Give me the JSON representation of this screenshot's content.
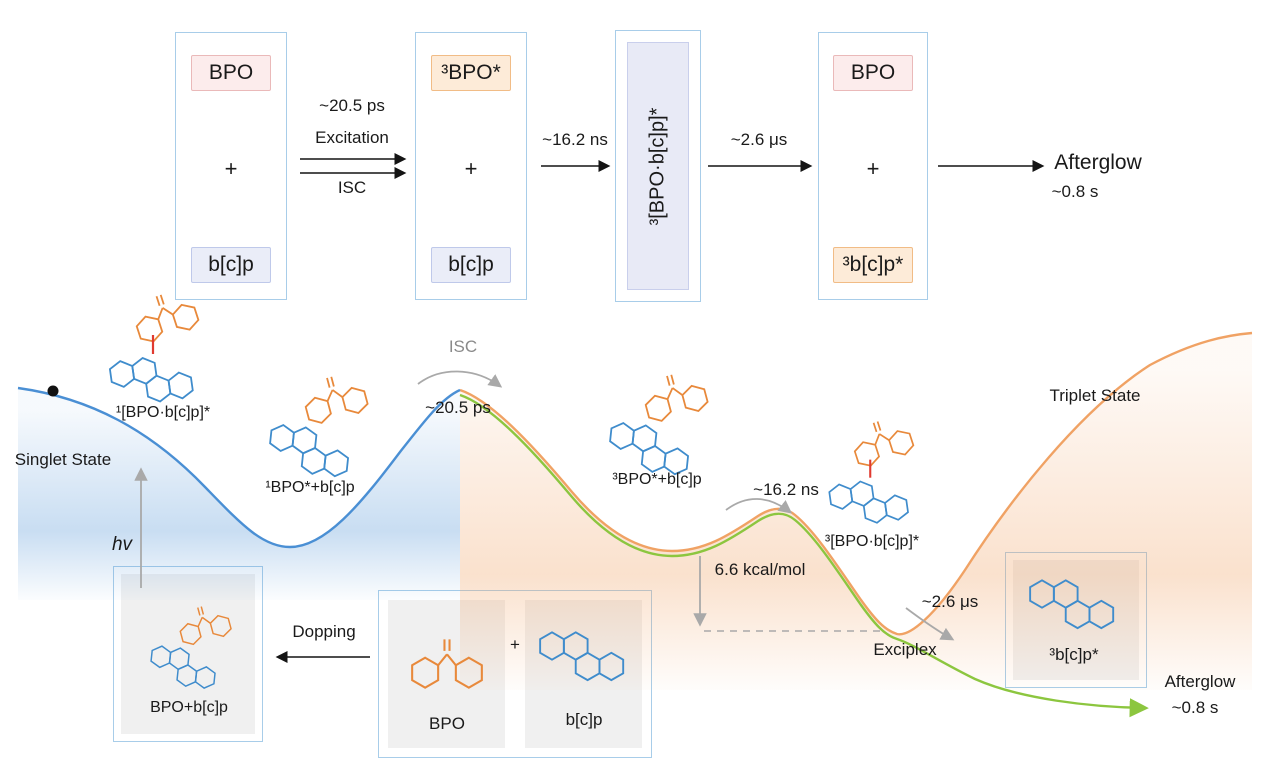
{
  "scheme": {
    "box1": {
      "top": "BPO",
      "plus": "+",
      "bottom": "b[c]p"
    },
    "arrow1": {
      "time": "~20.5 ps",
      "label_top": "Excitation",
      "label_bottom": "ISC"
    },
    "box2": {
      "top": "³BPO*",
      "plus": "+",
      "bottom": "b[c]p"
    },
    "arrow2": {
      "time": "~16.2 ns"
    },
    "box3": {
      "label": "³[BPO·b[c]p]*"
    },
    "arrow3": {
      "time": "~2.6 μs"
    },
    "box4": {
      "top": "BPO",
      "plus": "+",
      "bottom": "³b[c]p*"
    },
    "result": {
      "label": "Afterglow",
      "time": "~0.8 s"
    }
  },
  "landscape": {
    "singlet_state": "Singlet State",
    "triplet_state": "Triplet State",
    "singlet_complex": "¹[BPO·b[c]p]*",
    "singlet_pair": "¹BPO*+b[c]p",
    "hv": "hv",
    "isc": "ISC",
    "isc_time": "~20.5 ps",
    "triplet_pair": "³BPO*+b[c]p",
    "pair_time": "~16.2 ns",
    "triplet_complex": "³[BPO·b[c]p]*",
    "energy_gap": "6.6 kcal/mol",
    "exciplex_time": "~2.6 μs",
    "exciplex": "Exciplex",
    "product": "³b[c]p*",
    "afterglow": "Afterglow",
    "afterglow_time": "~0.8 s"
  },
  "precursor": {
    "doped": "BPO+b[c]p",
    "process": "Dopping",
    "bpo": "BPO",
    "plus": "+",
    "bcp": "b[c]p"
  },
  "colors": {
    "box_border": "#a8cde9",
    "pink_bg": "#fcecec",
    "pink_border": "#eab9b9",
    "orange_bg": "#fdebd8",
    "orange_border": "#f1bc86",
    "lav_bg": "#eaedf8",
    "lav_border": "#bfc9ea",
    "inner_bg": "#e8eaf6",
    "inner_border": "#c9cfec",
    "blue_curve": "#4a8fd4",
    "green_curve": "#8cc63f",
    "orange_curve": "#f0a264",
    "gray": "#a9a9a9",
    "red_bond": "#e03a30",
    "mol_orange": "#e8893b",
    "mol_blue": "#3f8ccc",
    "gray_box": "#f0f0f0",
    "arrow_black": "#141414"
  }
}
